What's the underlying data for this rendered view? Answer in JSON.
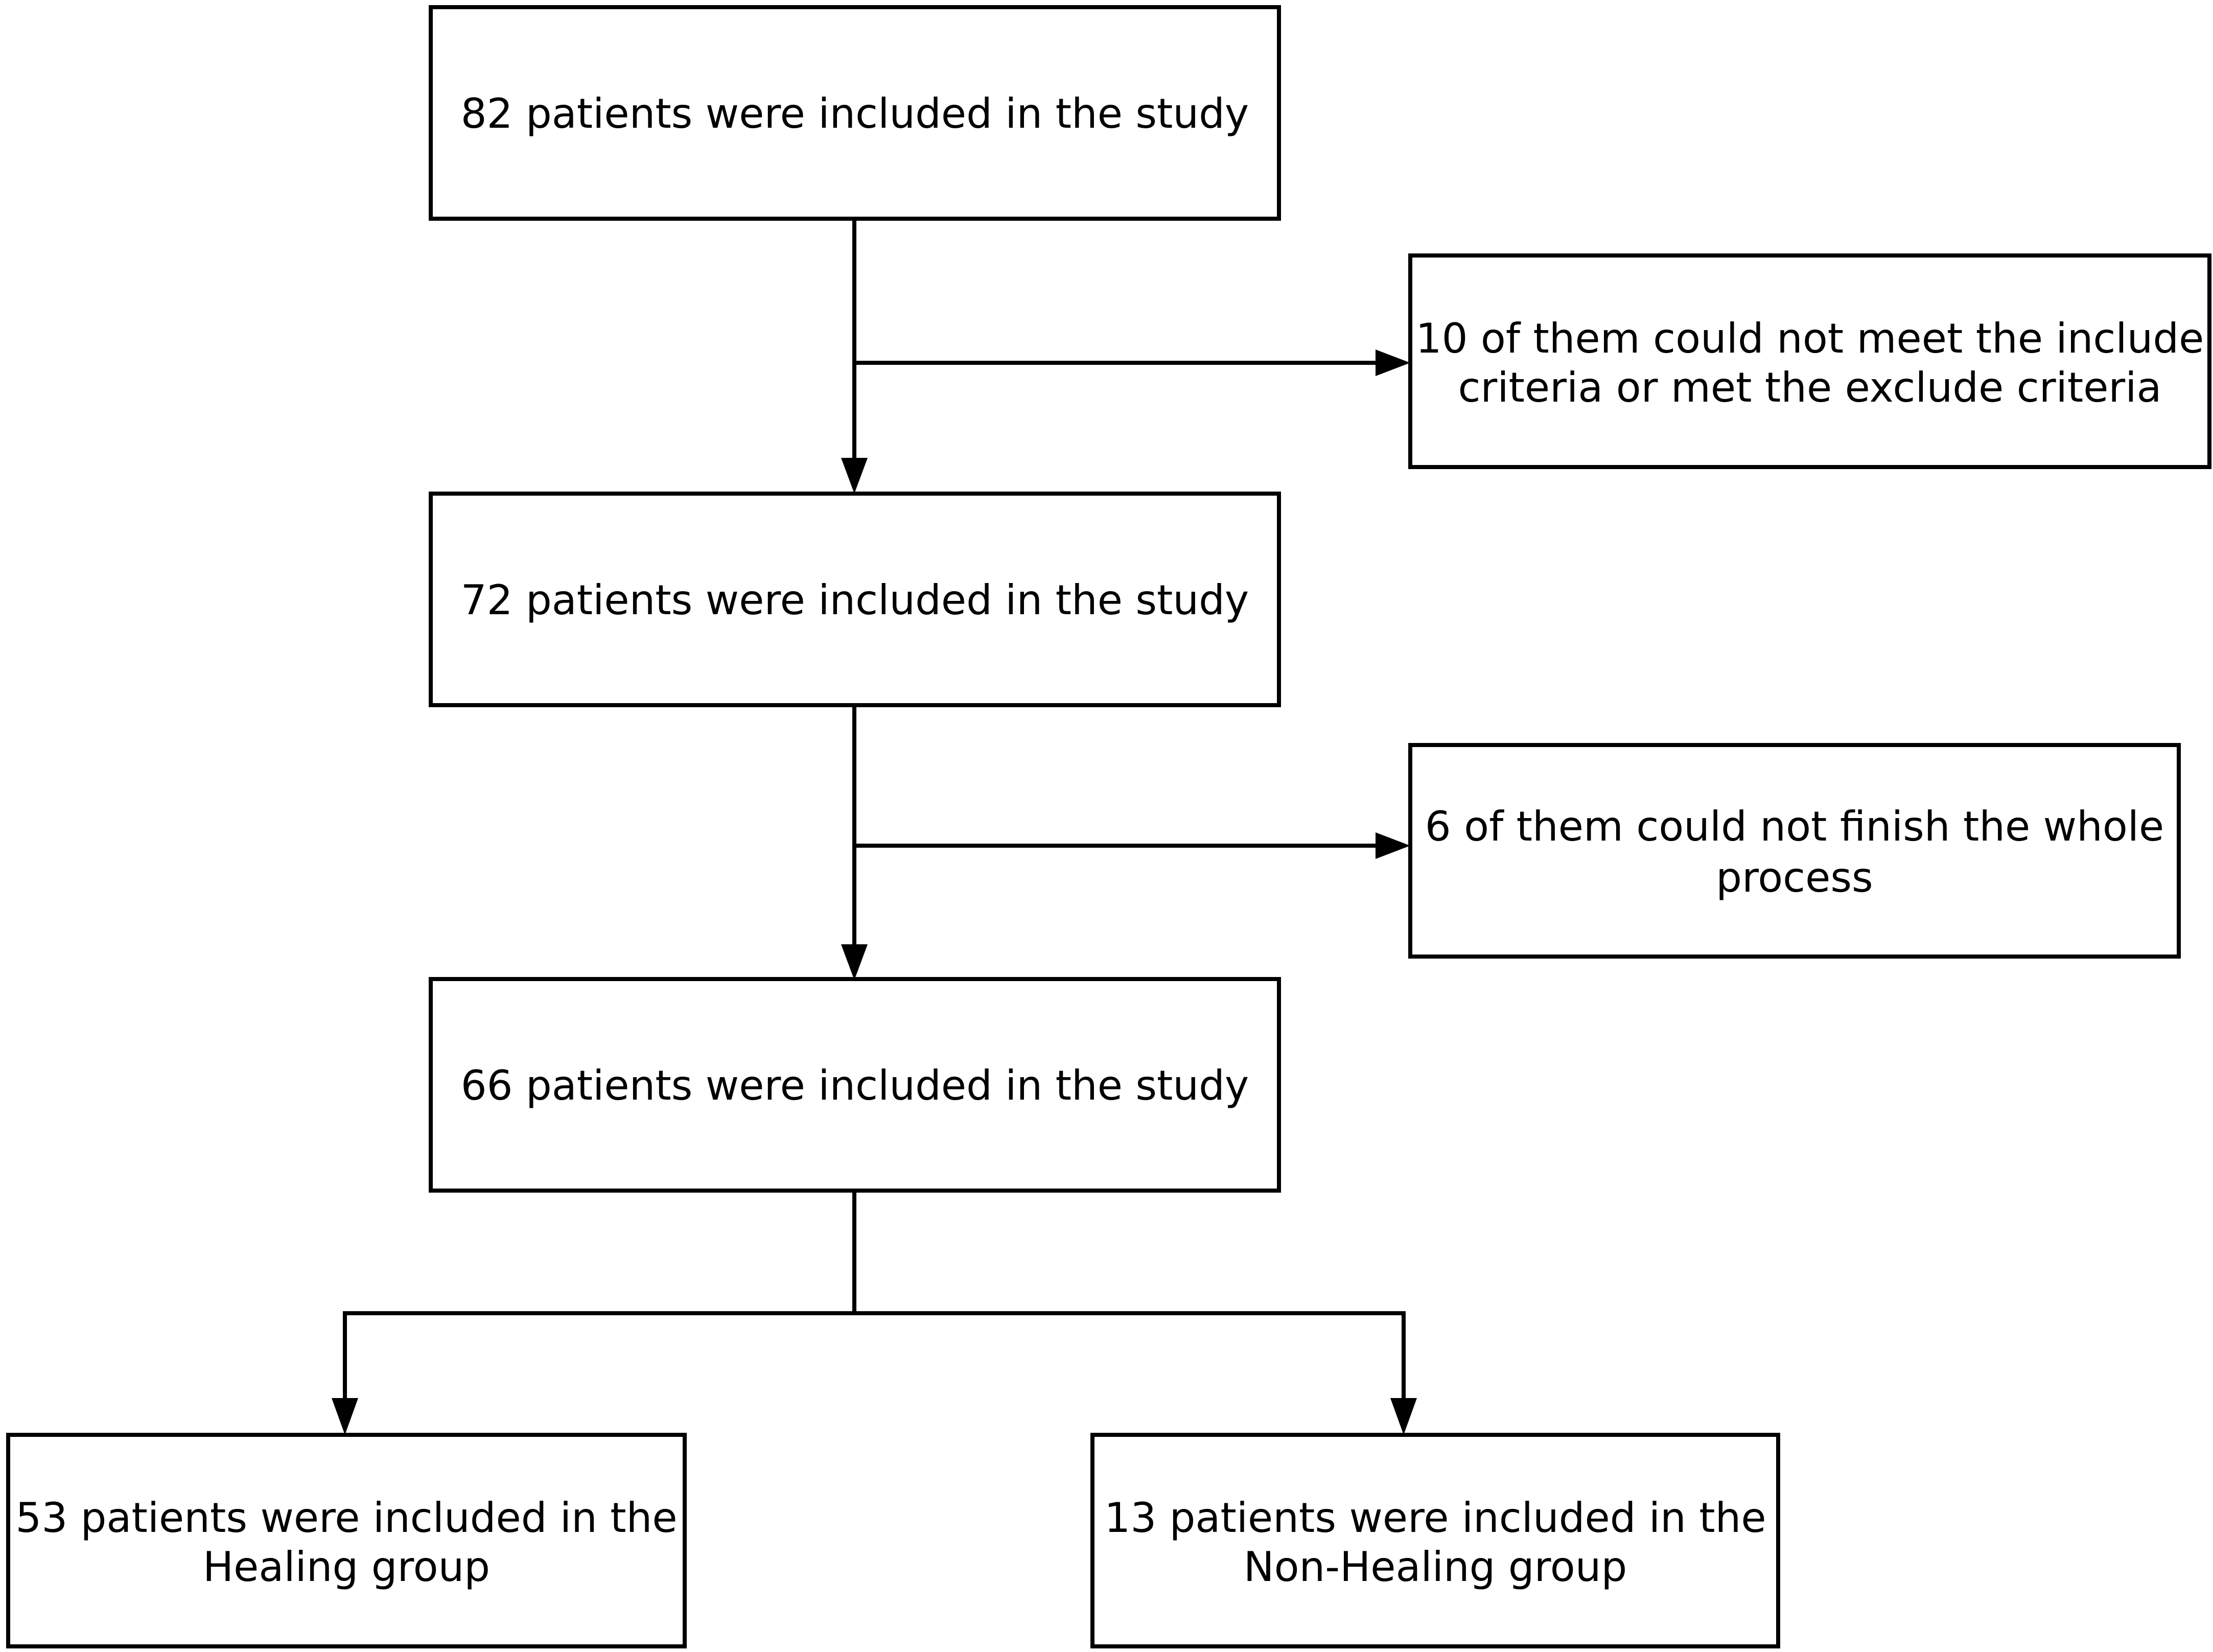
{
  "boxes": {
    "enrolled": {
      "lines": [
        "82 patients were included in the study"
      ]
    },
    "excluded_criteria": {
      "lines": [
        "10 of them could not meet the include",
        "criteria or met the exclude criteria"
      ]
    },
    "after_screening": {
      "lines": [
        "72 patients were included in the study"
      ]
    },
    "dropped_out": {
      "lines": [
        "6 of them could not finish the whole",
        "process"
      ]
    },
    "analyzed": {
      "lines": [
        "66 patients were included in the study"
      ]
    },
    "healing_group": {
      "lines": [
        "53 patients were included in the",
        "Healing group"
      ]
    },
    "non_healing_group": {
      "lines": [
        "13 patients were included in the",
        "Non-Healing group"
      ]
    }
  },
  "colors": {
    "stroke": "#000000",
    "background": "#ffffff"
  }
}
